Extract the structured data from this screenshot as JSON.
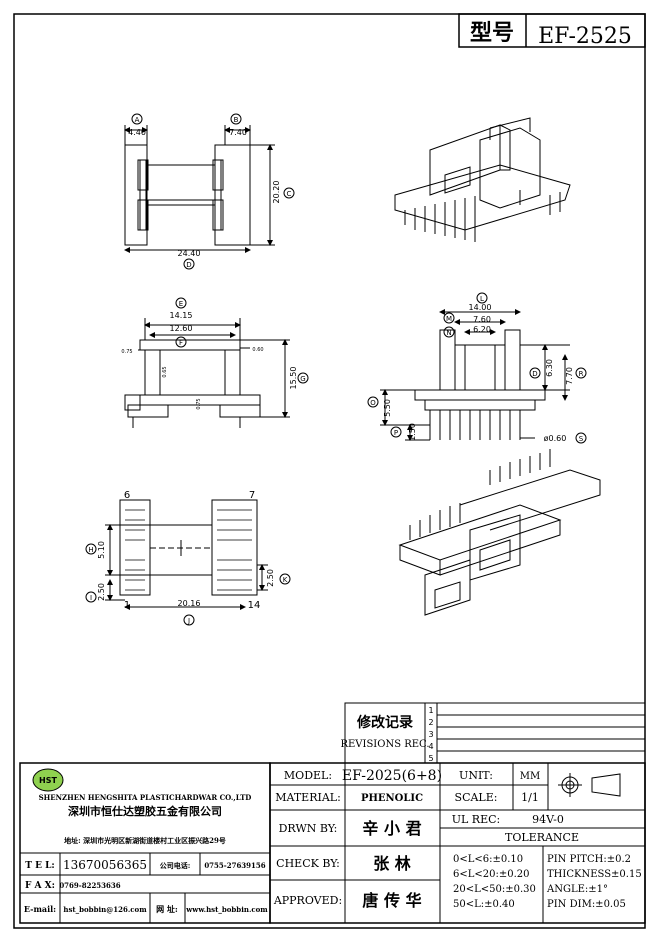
{
  "title": {
    "type_label": "型号",
    "model": "EF-2525"
  },
  "views": {
    "top": {
      "A": "A",
      "A_val": "4.40",
      "B": "B",
      "B_val": "7.40",
      "C": "C",
      "C_val": "20.20",
      "D": "D",
      "D_val": "24.40"
    },
    "front": {
      "E": "E",
      "E_val": "14.15",
      "F": "F",
      "F_val": "12.60",
      "G": "G",
      "G_val": "15.50",
      "d1": "0.75",
      "d2": "0.60",
      "d3": "0.65",
      "d4": "0.75"
    },
    "side": {
      "L": "L",
      "L_val": "14.00",
      "M": "M",
      "M_val": "7.60",
      "N": "N",
      "N_val": "6.20",
      "D": "D",
      "D_val": "6.30",
      "R": "R",
      "R_val": "7.70",
      "O": "O",
      "O_val": "5.50",
      "P": "P",
      "P_val": "1.50",
      "S": "S",
      "S_val": "ø0.60"
    },
    "bottom": {
      "pin6": "6",
      "pin7": "7",
      "pin1": "1",
      "pin14": "14",
      "H": "H",
      "H_val": "5.10",
      "I": "I",
      "I_val": "2.50",
      "J": "J",
      "J_val": "20.16",
      "K": "K",
      "K_val": "2.50"
    }
  },
  "revisions": {
    "title_cn": "修改记录",
    "title_en": "REVISIONS REC.",
    "marks": [
      "1",
      "2",
      "3",
      "4",
      "5"
    ]
  },
  "company": {
    "logo": "HST",
    "name_en": "SHENZHEN HENGSHITA PLASTICHARDWAR CO.,LTD",
    "name_cn": "深圳市恒仕达塑胶五金有限公司",
    "address": "地址: 深圳市光明区新湖街道楼村工业区振兴路29号",
    "tel_label": "T E L:",
    "tel": "13670056365",
    "company_tel_label": "公司电话:",
    "company_tel": "0755-27639156",
    "fax_label": "F A X:",
    "fax": "0769-82253636",
    "email_label": "E-mail:",
    "email": "hst_bobbin@126.com",
    "web_label": "网 址:",
    "web": "www.hst_bobbin.com"
  },
  "spec": {
    "model_label": "MODEL:",
    "model_val": "EF-2025(6+8)",
    "unit_label": "UNIT:",
    "unit_val": "MM",
    "material_label": "MATERIAL:",
    "material_val": "PHENOLIC",
    "scale_label": "SCALE:",
    "scale_val": "1/1",
    "drawn_label": "DRWN BY:",
    "drawn_val": "辛 小 君",
    "ulrec_label": "UL REC:",
    "ulrec_val": "94V-0",
    "tolerance_label": "TOLERANCE",
    "check_label": "CHECK BY:",
    "check_val": "张   林",
    "approved_label": "APPROVED:",
    "approved_val": "唐 传 华",
    "tol": [
      "0<L<6:±0.10",
      "6<L<20:±0.20",
      "20<L<50:±0.30",
      "50<L:±0.40"
    ],
    "tol2": [
      "PIN PITCH:±0.2",
      "THICKNESS±0.15",
      "ANGLE:±1°",
      "PIN DIM:±0.05"
    ]
  }
}
